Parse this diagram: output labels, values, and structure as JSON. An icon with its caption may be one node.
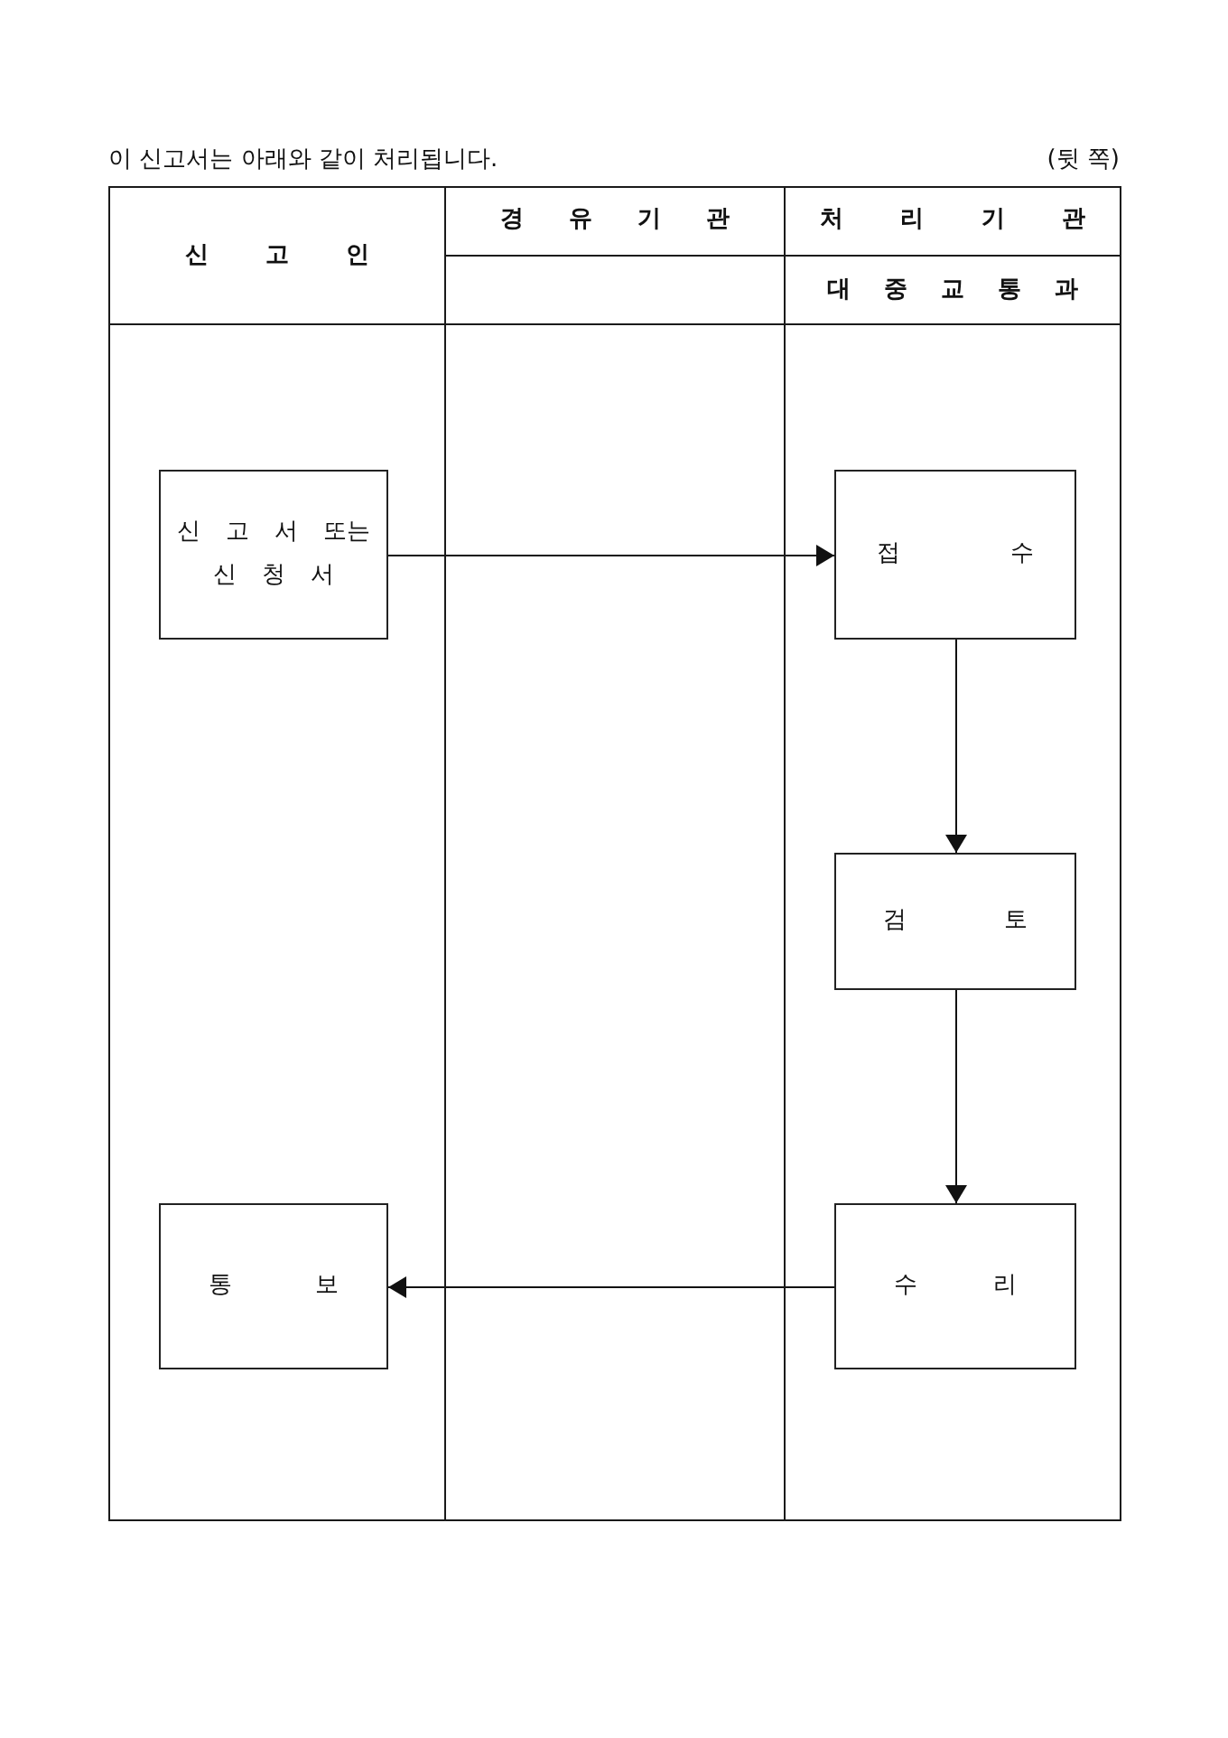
{
  "diagram": {
    "title": "이 신고서는 아래와 같이 처리됩니다.",
    "nodes": [
      {
        "text": [
          "신 고 인"
        ]
      },
      {
        "text": [
          "경 유 기 관"
        ]
      },
      {
        "text": [
          "처 리 기 관",
          "대 중 교 통 과"
        ]
      },
      {
        "text": [
          "신 고 서 또는 신 청 서"
        ],
        "in": 0
      },
      {
        "text": [
          "접 수"
        ],
        "in": 2
      },
      {
        "text": [
          "검 토"
        ],
        "in": 2
      },
      {
        "text": [
          "통 보"
        ],
        "in": 0
      },
      {
        "text": [
          "수 리"
        ],
        "in": 2
      }
    ],
    "edges": [
      {
        "from": 3,
        "to": 4,
        "arrow": "to"
      },
      {
        "from": 4,
        "to": 5,
        "arrow": "to"
      },
      {
        "from": 5,
        "to": 7,
        "arrow": "to"
      },
      {
        "from": 7,
        "to": 6,
        "arrow": "to"
      }
    ],
    "labels": [
      "(뒷 쪽)"
    ]
  }
}
